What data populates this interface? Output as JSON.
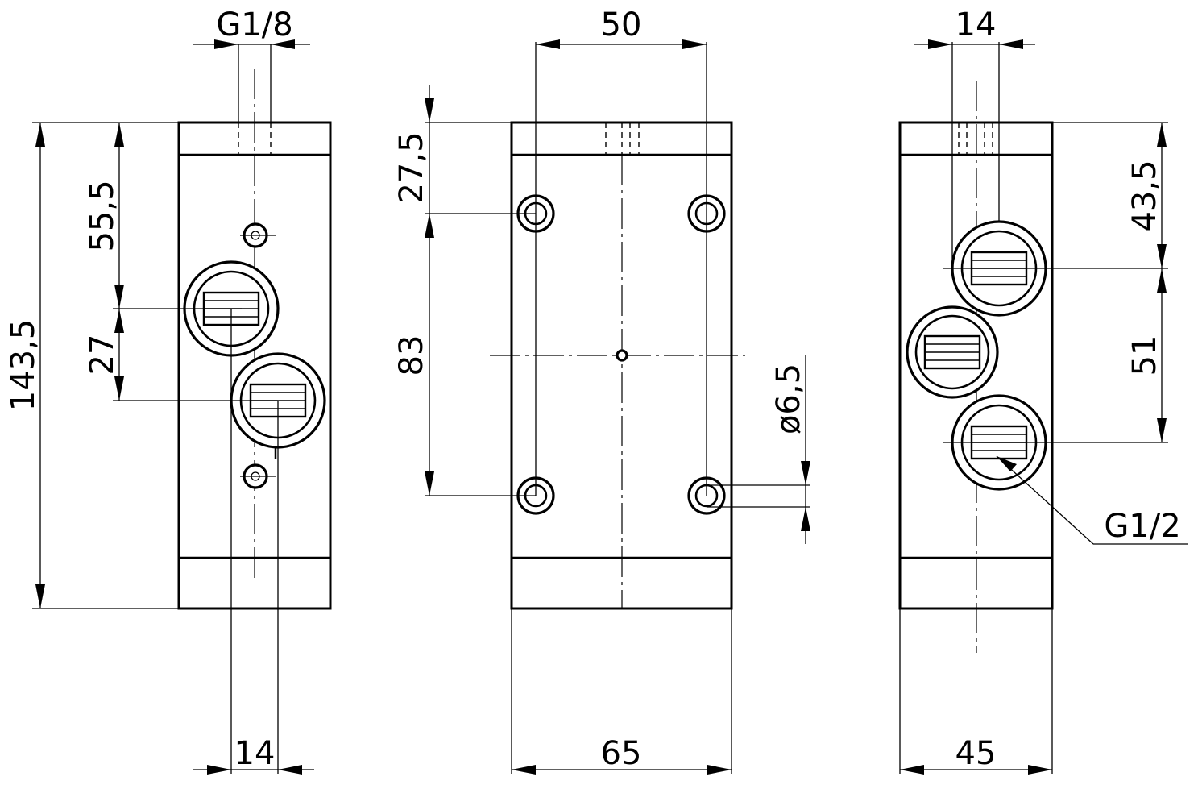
{
  "dimensions": {
    "left_g18": "G1/8",
    "left_555": "55,5",
    "left_1435": "143,5",
    "left_27": "27",
    "left_14": "14",
    "mid_50": "50",
    "mid_275": "27,5",
    "mid_83": "83",
    "mid_65": "65",
    "mid_dia": "ø6,5",
    "right_14": "14",
    "right_435": "43,5",
    "right_51": "51",
    "right_45": "45",
    "right_g12": "G1/2"
  }
}
